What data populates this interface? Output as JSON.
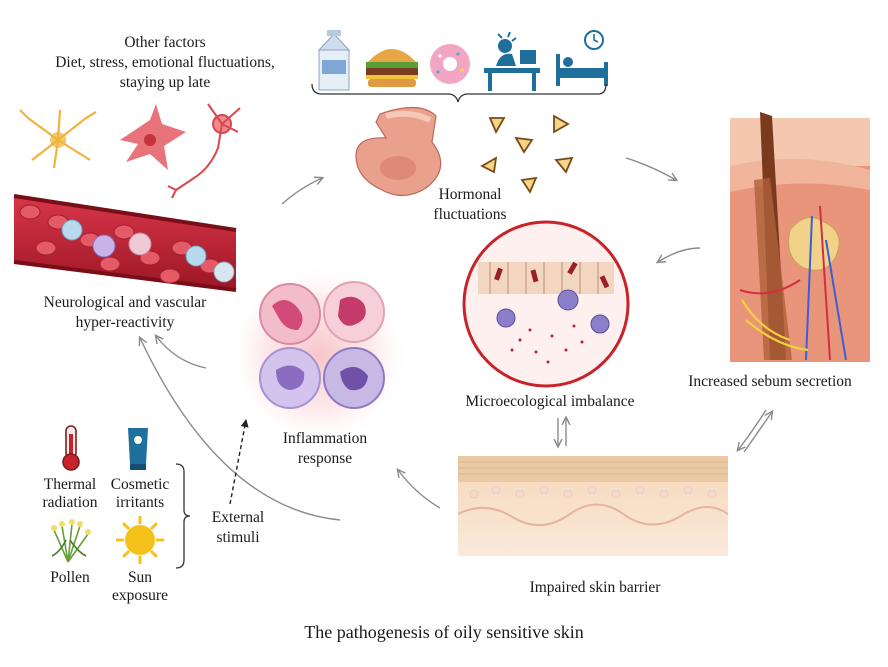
{
  "diagram": {
    "caption": "The pathogenesis of oily sensitive skin",
    "other_factors": {
      "title": "Other factors",
      "line1": "Diet, stress, emotional fluctuations,",
      "line2": "staying up late",
      "icons": [
        "milk-carton-icon",
        "burger-icon",
        "donut-icon",
        "stressed-worker-icon",
        "bed-clock-icon"
      ]
    },
    "nodes": {
      "hormonal": {
        "line1": "Hormonal",
        "line2": "fluctuations"
      },
      "sebum": {
        "label": "Increased sebum secretion"
      },
      "microecology": {
        "label": "Microecological imbalance"
      },
      "barrier": {
        "label": "Impaired skin barrier"
      },
      "inflammation": {
        "line1": "Inflammation",
        "line2": "response"
      },
      "neuro": {
        "line1": "Neurological and vascular",
        "line2": "hyper-reactivity"
      }
    },
    "external": {
      "line1": "External",
      "line2": "stimuli",
      "items": [
        {
          "line1": "Thermal",
          "line2": "radiation",
          "icon": "thermometer-icon"
        },
        {
          "line1": "Cosmetic",
          "line2": "irritants",
          "icon": "cosmetic-tube-icon"
        },
        {
          "line1": "Pollen",
          "line2": "",
          "icon": "pollen-flower-icon"
        },
        {
          "line1": "Sun",
          "line2": "exposure",
          "icon": "sun-icon"
        }
      ]
    },
    "colors": {
      "arrow": "#8a8a8a",
      "blood": "#b3202a",
      "skin": "#e9b8a0",
      "neutrophil": "#e9a0b8",
      "monocyte": "#b4a0dc",
      "sun": "#f4c21b",
      "cosmetic": "#1f6f9c",
      "microecology_border": "#c8222a"
    }
  }
}
